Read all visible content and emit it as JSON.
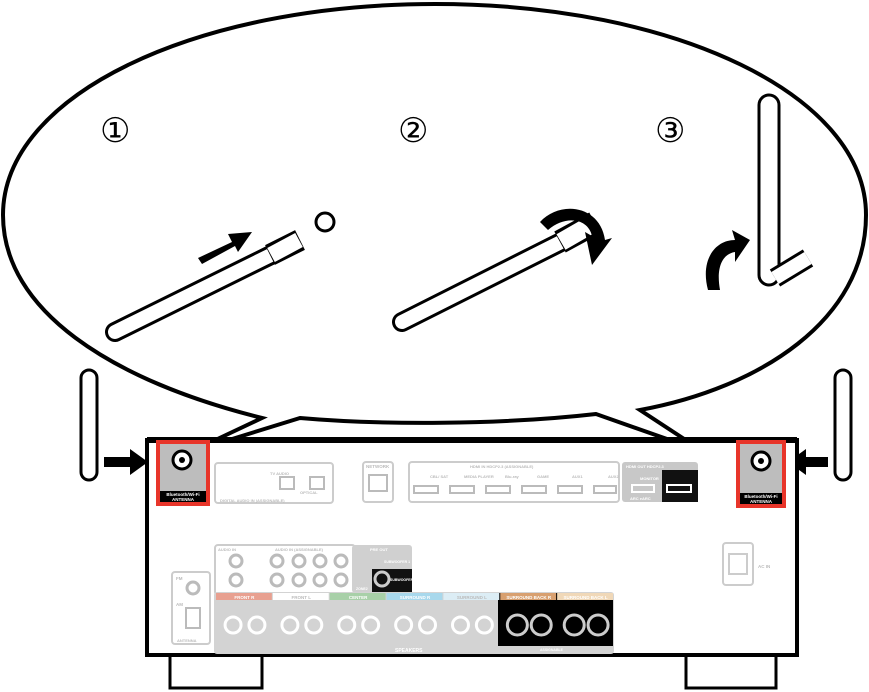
{
  "steps": [
    "①",
    "②",
    "③"
  ],
  "antenna_terminal": {
    "line1": "Bluetooth/Wi-Fi",
    "line2": "ANTENNA"
  },
  "panel_labels": {
    "digital_audio": "DIGITAL AUDIO  IN  (ASSIGNABLE)",
    "optical": "OPTICAL",
    "tv_audio": "TV AUDIO",
    "network": "NETWORK",
    "hdmi_in": "HDMI  IN  HDCP2.3  (ASSIGNABLE)",
    "cbl_sat": "CBL/ SAT",
    "media_player": "MEDIA PLAYER",
    "bluray": "Blu-ray",
    "game": "GAME",
    "aux1": "AUX1",
    "aux2": "AUX2",
    "hdmi_out": "HDMI  OUT  HDCP2.3",
    "monitor": "MONITOR",
    "arc": "ARC eARC",
    "audio_in": "AUDIO  IN",
    "audio_in_assignable": "AUDIO  IN  (ASSIGNABLE)",
    "pre_out": "PRE OUT",
    "subwoofer1": "SUBWOOFER 1",
    "subwoofer2": "SUBWOOFER 2",
    "zone2": "ZONE2",
    "antenna": "ANTENNA",
    "fm": "FM",
    "am": "AM",
    "ac_in": "AC IN",
    "speakers": "SPEAKERS",
    "assignable": "ASSIGNABLE"
  },
  "speaker_groups": [
    {
      "label": "FRONT R",
      "color": "#e8a090"
    },
    {
      "label": "FRONT L",
      "color": "#ffffff"
    },
    {
      "label": "CENTER",
      "color": "#a8d0a8"
    },
    {
      "label": "SURROUND R",
      "color": "#a8d8ec"
    },
    {
      "label": "SURROUND L",
      "color": "#dcedf5"
    },
    {
      "label": "SURROUND BACK R",
      "color": "#d8a070"
    },
    {
      "label": "SURROUND BACK L",
      "color": "#f0d8b8"
    }
  ],
  "colors": {
    "highlight": "#e8352a",
    "panel": "#bdbdbd",
    "outline": "#000000"
  }
}
